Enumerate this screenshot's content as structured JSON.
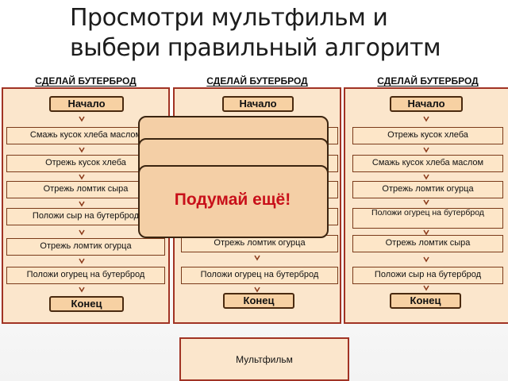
{
  "title": "Просмотри мультфильм и\nвыбери правильный алгоритм",
  "panels": [
    {
      "heading": "СДЕЛАЙ БУТЕРБРОД",
      "start": "Начало",
      "steps": [
        "Смажь кусок хлеба маслом",
        "Отрежь кусок хлеба",
        "Отрежь ломтик сыра",
        "Положи сыр на бутерброд",
        "Отрежь ломтик огурца",
        "Положи огурец на бутерброд"
      ],
      "end": "Конец"
    },
    {
      "heading": "СДЕЛАЙ БУТЕРБРОД",
      "start": "Начало",
      "steps": [
        "",
        "",
        "",
        "",
        "Отрежь ломтик огурца",
        "Положи огурец на бутерброд"
      ],
      "end": "Конец"
    },
    {
      "heading": "СДЕЛАЙ БУТЕРБРОД",
      "start": "Начало",
      "steps": [
        "Отрежь кусок хлеба",
        "Смажь кусок хлеба маслом",
        "Отрежь ломтик огурца",
        "Положи огурец на бутерброд",
        "Отрежь ломтик сыра",
        "Положи сыр на бутерброд"
      ],
      "end": "Конец"
    }
  ],
  "popup": {
    "message": "Подумай ещё!"
  },
  "cartoon_button": "Мультфильм"
}
